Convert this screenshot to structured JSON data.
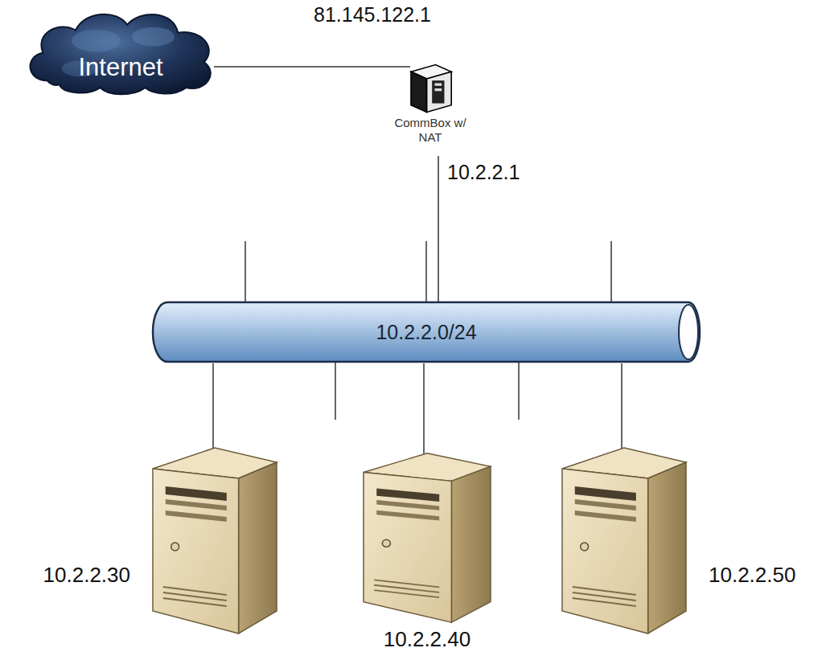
{
  "diagram": {
    "nodes": [
      {
        "text": [
          "Internet"
        ]
      },
      {
        "text": [
          "CommBox w/ NAT"
        ]
      },
      {
        "text": [
          "10.2.2.0/24"
        ]
      },
      {
        "text": [
          "10.2.2.30"
        ]
      },
      {
        "text": [
          "10.2.2.40"
        ]
      },
      {
        "text": [
          "10.2.2.50"
        ]
      }
    ],
    "edges": [
      {
        "from": 0,
        "to": 1,
        "arrow": "none"
      },
      {
        "from": 1,
        "to": 2,
        "arrow": "none"
      },
      {
        "from": 2,
        "to": 3,
        "arrow": "none"
      },
      {
        "from": 2,
        "to": 4,
        "arrow": "none"
      },
      {
        "from": 2,
        "to": 5,
        "arrow": "none"
      }
    ],
    "labels": [
      "81.145.122.1",
      "10.2.2.1"
    ]
  }
}
